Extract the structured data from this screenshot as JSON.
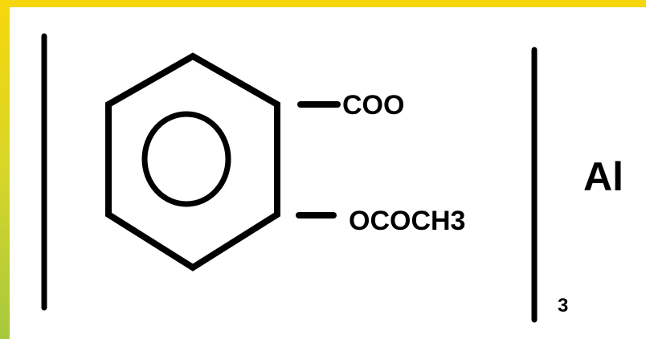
{
  "diagram": {
    "substituent_top": "COO",
    "substituent_bottom": "OCOCH3",
    "metal": "Al",
    "subscript": "3"
  },
  "colors": {
    "border_top": "#f6d70b",
    "border_bottom": "#a6c83d",
    "background": "#ffffff",
    "ink": "#000000"
  }
}
